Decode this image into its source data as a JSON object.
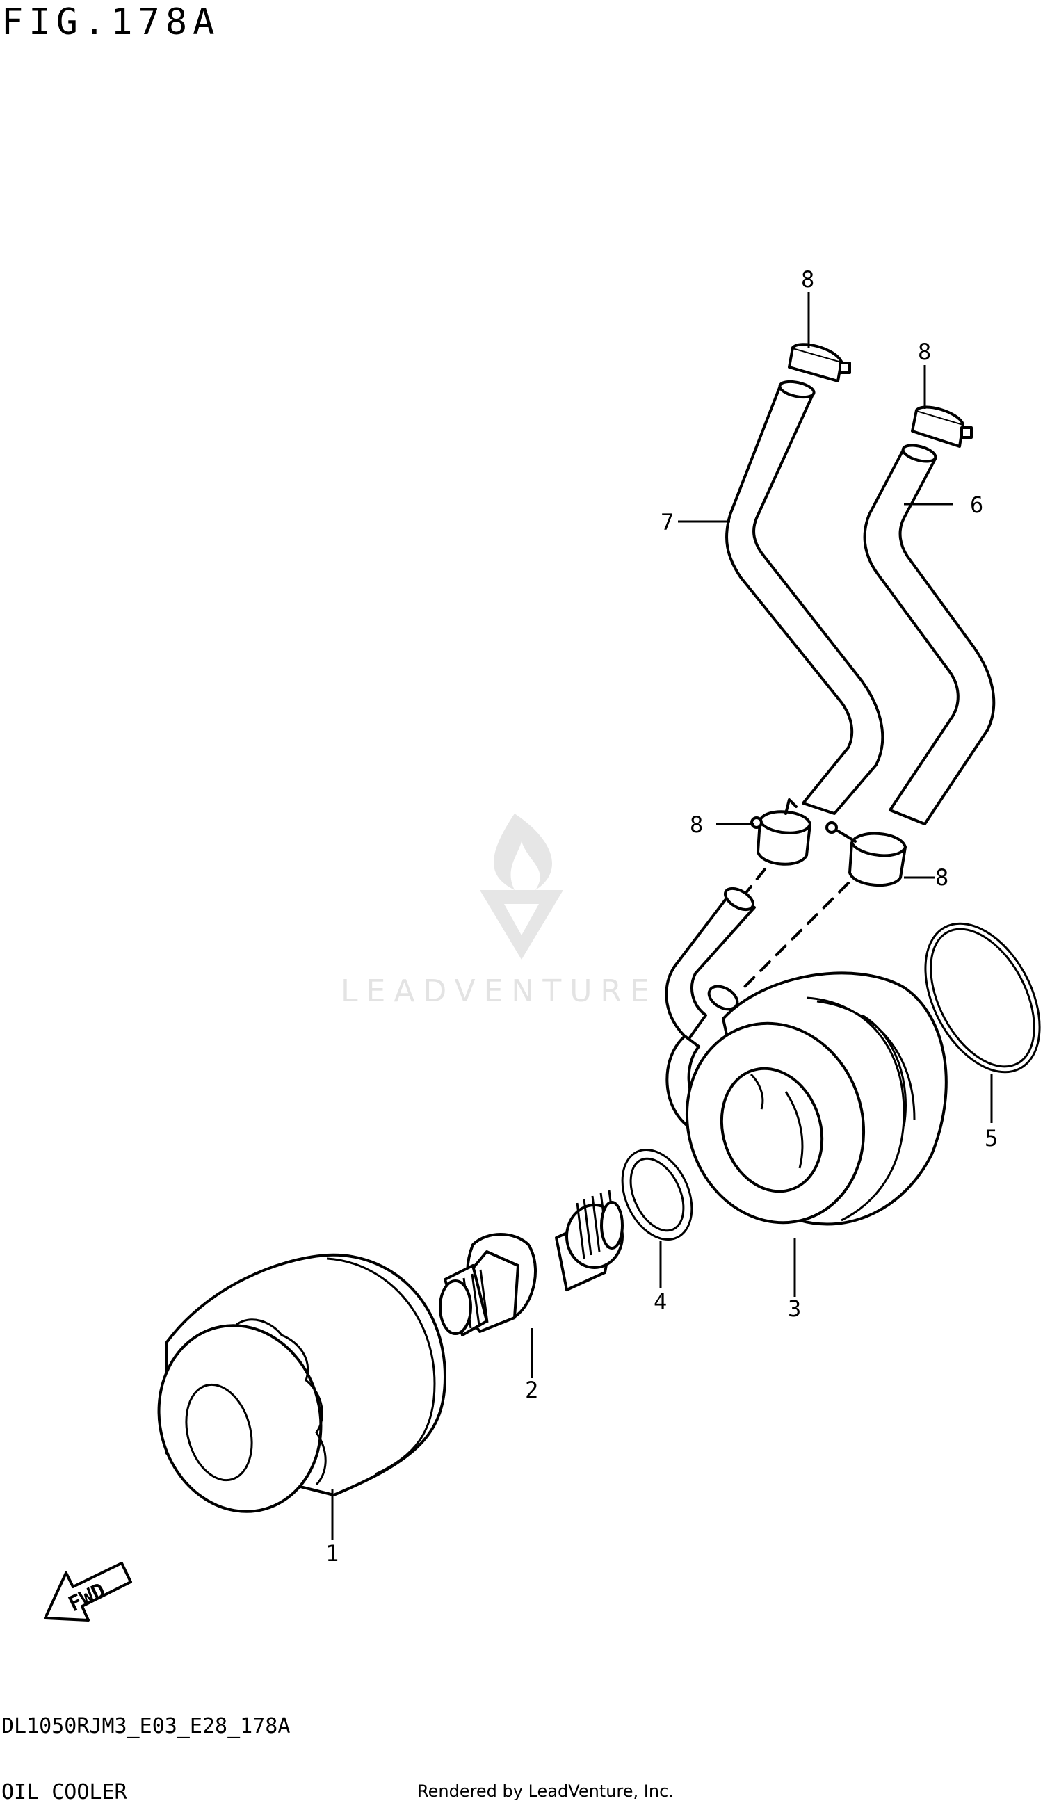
{
  "figure": {
    "title": "FIG.178A",
    "code": "DL1050RJM3_E03_E28_178A",
    "name": "OIL COOLER",
    "rendered_by": "Rendered by LeadVenture, Inc."
  },
  "watermark": {
    "text": "LEADVENTURE"
  },
  "fwd_arrow": {
    "label": "FWD"
  },
  "callouts": [
    {
      "id": "1",
      "part": "oil-filter"
    },
    {
      "id": "2",
      "part": "union-bolt"
    },
    {
      "id": "3",
      "part": "oil-cooler"
    },
    {
      "id": "4",
      "part": "o-ring-small"
    },
    {
      "id": "5",
      "part": "o-ring-large"
    },
    {
      "id": "6",
      "part": "hose-right"
    },
    {
      "id": "7",
      "part": "hose-left"
    },
    {
      "id": "8",
      "part": "clamp"
    }
  ]
}
